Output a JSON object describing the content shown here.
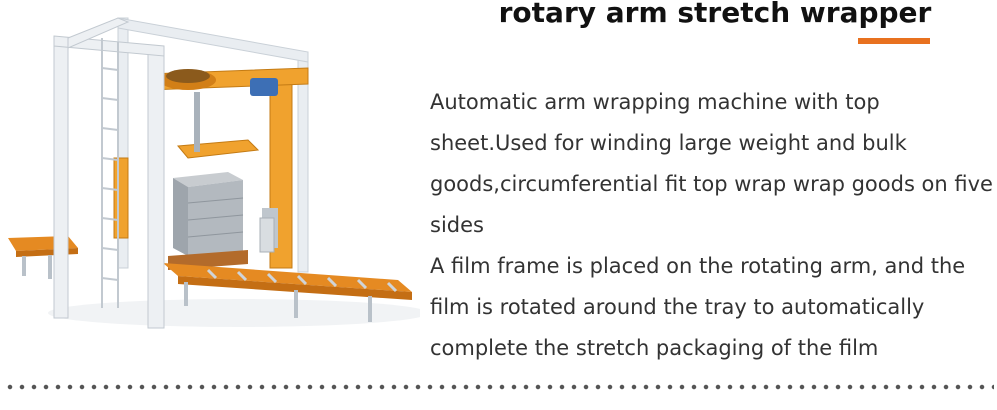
{
  "title": "rotary arm stretch wrapper",
  "paragraphs": [
    "Automatic arm wrapping machine with top sheet.Used for winding large weight and bulk goods,circumferential fit top wrap wrap goods on five sides",
    "A film frame is placed on the rotating arm, and the film is rotated around the tray to automatically complete the stretch packaging of the film"
  ],
  "colors": {
    "accent": "#e8711f",
    "frame": "#dfe4ea",
    "text": "#333333"
  },
  "image_subject": "rotary arm stretch wrapper machine"
}
